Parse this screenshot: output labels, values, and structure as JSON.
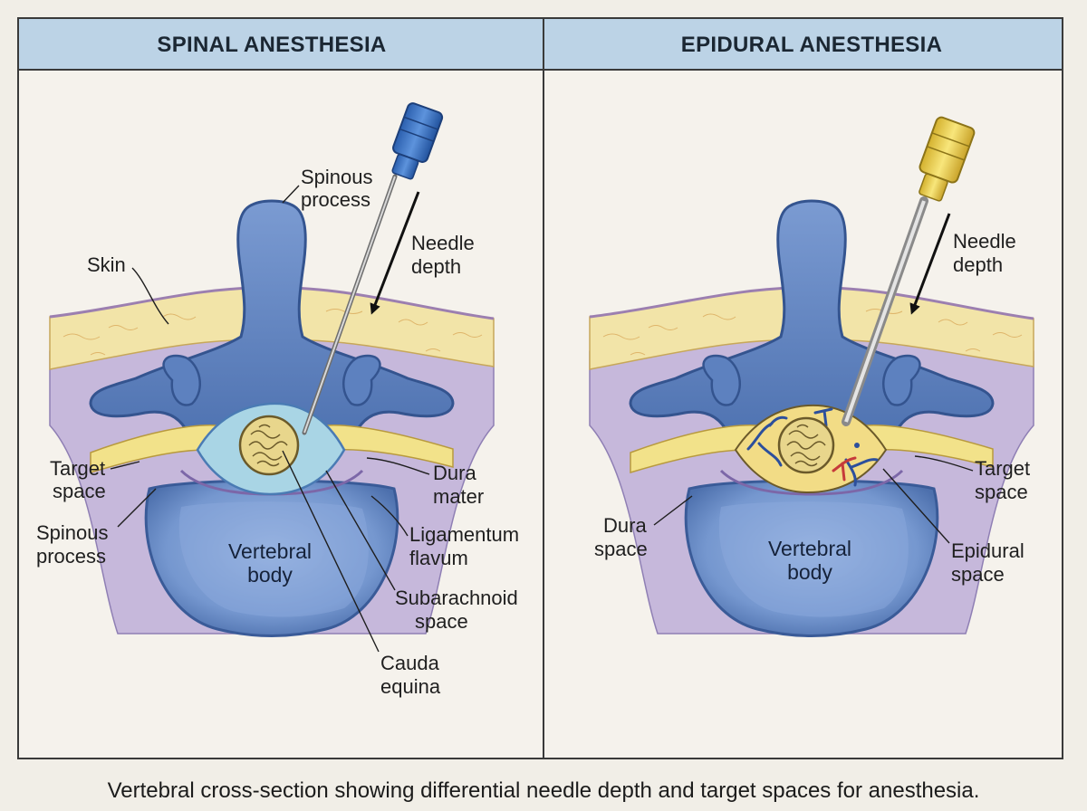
{
  "panels": {
    "spinal": {
      "title": "SPINAL ANESTHESIA",
      "labels": {
        "spinous_top_1": "Spinous",
        "spinous_top_2": "process",
        "needle_1": "Needle",
        "needle_2": "depth",
        "skin": "Skin",
        "target_1": "Target",
        "target_2": "space",
        "spinous_low_1": "Spinous",
        "spinous_low_2": "process",
        "dura_1": "Dura",
        "dura_2": "mater",
        "lig_1": "Ligamentum",
        "lig_2": "flavum",
        "body_1": "Vertebral",
        "body_2": "body",
        "sub_1": "Subarachnoid",
        "sub_2": "space",
        "cauda_1": "Cauda",
        "cauda_2": "equina"
      }
    },
    "epidural": {
      "title": "EPIDURAL ANESTHESIA",
      "labels": {
        "needle_1": "Needle",
        "needle_2": "depth",
        "target_1": "Target",
        "target_2": "space",
        "dura_1": "Dura",
        "dura_2": "space",
        "body_1": "Vertebral",
        "body_2": "body",
        "epi_1": "Epidural",
        "epi_2": "space"
      }
    }
  },
  "caption": "Vertebral cross-section showing differential needle depth and target spaces for anesthesia.",
  "colors": {
    "header_band": "#bcd3e6",
    "bone": "#5b80bd",
    "fat": "#f1e3a7",
    "muscle": "#b3a4cc",
    "csf": "#a9d5e5",
    "spinal_hub": "#3d74c2",
    "epidural_hub": "#e9cf4d"
  }
}
